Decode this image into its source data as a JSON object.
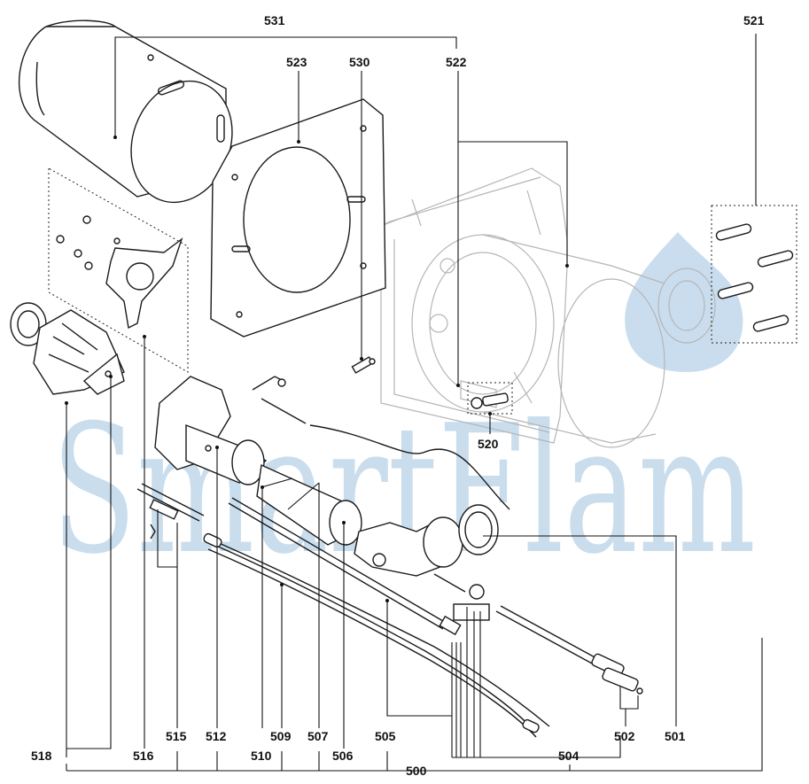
{
  "watermark": {
    "text": "SmartFlam",
    "color": "#b8d2e8"
  },
  "callouts": [
    {
      "id": "c500",
      "label": "500"
    },
    {
      "id": "c501",
      "label": "501"
    },
    {
      "id": "c502",
      "label": "502"
    },
    {
      "id": "c504",
      "label": "504"
    },
    {
      "id": "c505",
      "label": "505"
    },
    {
      "id": "c506",
      "label": "506"
    },
    {
      "id": "c507",
      "label": "507"
    },
    {
      "id": "c509",
      "label": "509"
    },
    {
      "id": "c510",
      "label": "510"
    },
    {
      "id": "c512",
      "label": "512"
    },
    {
      "id": "c515",
      "label": "515"
    },
    {
      "id": "c516",
      "label": "516"
    },
    {
      "id": "c518",
      "label": "518"
    },
    {
      "id": "c520",
      "label": "520"
    },
    {
      "id": "c521",
      "label": "521"
    },
    {
      "id": "c522",
      "label": "522"
    },
    {
      "id": "c523",
      "label": "523"
    },
    {
      "id": "c530",
      "label": "530"
    },
    {
      "id": "c531",
      "label": "531"
    }
  ]
}
